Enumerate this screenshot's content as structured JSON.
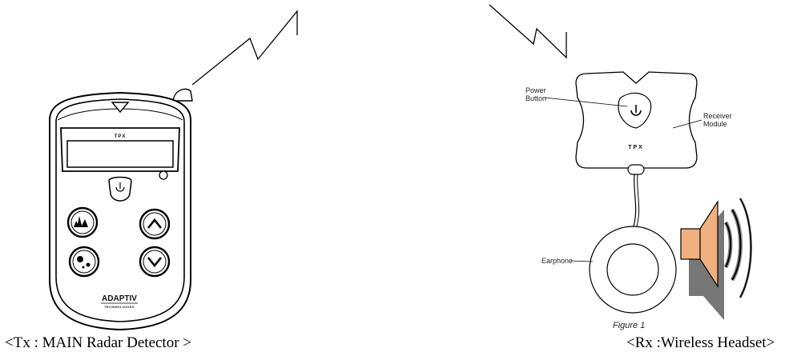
{
  "transmitter": {
    "caption": "<Tx : MAIN Radar Detector >",
    "screen_text": "TPX",
    "brand": "ADAPTIV",
    "brand_sub": "TECHNOLOGIES"
  },
  "receiver": {
    "caption": "<Rx :Wireless Headset>",
    "power_button_label_1": "Power",
    "power_button_label_2": "Button",
    "receiver_module_label_1": "Receiver",
    "receiver_module_label_2": "Module",
    "earphone_label": "Earphone",
    "module_text": "TPX",
    "figure_label": "Figure 1"
  }
}
